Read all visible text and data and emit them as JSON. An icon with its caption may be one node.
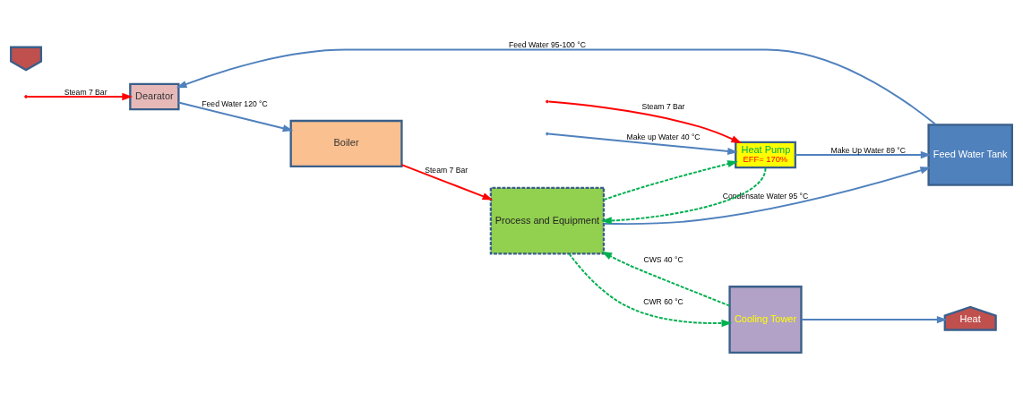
{
  "diagram": {
    "nodes": [
      {
        "text": [
          "Dearator"
        ]
      },
      {
        "text": [
          "Boiler"
        ]
      },
      {
        "text": [
          "Process and Equipment"
        ]
      },
      {
        "text": [
          "Cooling Tower"
        ]
      },
      {
        "text": [
          "Heat Pump",
          "EFF= 170%"
        ]
      },
      {
        "text": [
          "Feed Water Tank"
        ]
      },
      {
        "text": [
          "Heat"
        ]
      },
      {
        "text": [],
        "shape": "arrow"
      }
    ],
    "edges": [
      {
        "from": null,
        "to": 0,
        "arrow": "to",
        "label": "Steam 7 Bar",
        "color": "#ff0000"
      },
      {
        "from": 0,
        "to": 1,
        "arrow": "to",
        "label": "Feed Water 120 °C"
      },
      {
        "from": 1,
        "to": 2,
        "arrow": "to",
        "label": "Steam 7 Bar",
        "color": "#ff0000"
      },
      {
        "from": 2,
        "to": 3,
        "arrow": "to",
        "label": "CWR 60 °C",
        "style": "dashed",
        "color": "#00b050"
      },
      {
        "from": 2,
        "to": 4,
        "arrow": "to",
        "style": "dashed",
        "color": "#00b050"
      },
      {
        "from": 3,
        "to": 2,
        "arrow": "to",
        "label": "CWS 40 °C",
        "style": "dashed",
        "color": "#00b050"
      },
      {
        "from": 4,
        "to": 2,
        "arrow": "to",
        "style": "dashed",
        "color": "#00b050"
      },
      {
        "from": 3,
        "to": 6,
        "arrow": "to"
      },
      {
        "from": 2,
        "to": 5,
        "arrow": "to",
        "label": "Condensate Water 95 °C"
      },
      {
        "from": null,
        "to": 4,
        "arrow": "to",
        "label": "Steam 7 Bar",
        "color": "#ff0000"
      },
      {
        "from": null,
        "to": 4,
        "arrow": "to",
        "label": "Make up Water 40 °C"
      },
      {
        "from": 4,
        "to": 5,
        "arrow": "to",
        "label": "Make Up Water 89 °C"
      },
      {
        "from": 5,
        "to": 0,
        "arrow": "to",
        "label": "Feed Water 95-100 °C"
      }
    ]
  }
}
